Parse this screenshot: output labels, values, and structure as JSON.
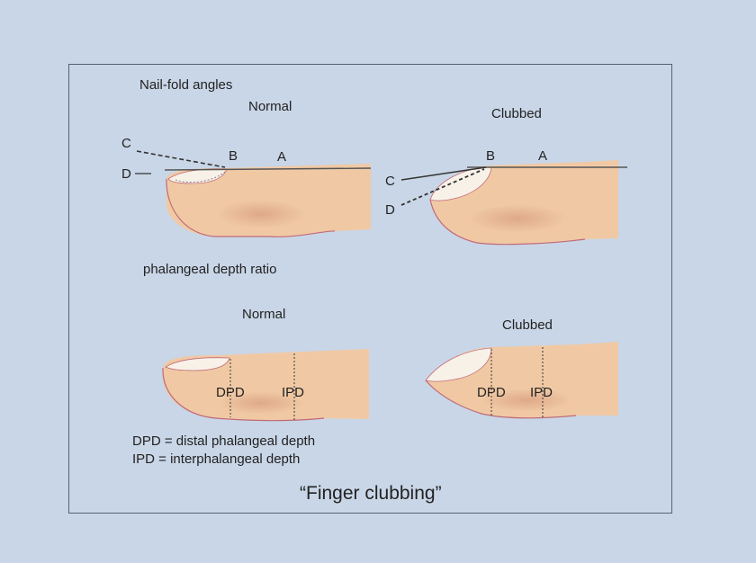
{
  "page": {
    "section1_heading": "Nail-fold angles",
    "section2_heading": "phalangeal depth ratio",
    "title": "“Finger clubbing”"
  },
  "top_row": {
    "normal_label": "Normal",
    "clubbed_label": "Clubbed",
    "point_labels": {
      "a": "A",
      "b": "B",
      "c": "C",
      "d": "D"
    }
  },
  "bottom_row": {
    "normal_label": "Normal",
    "clubbed_label": "Clubbed",
    "dpd_label": "DPD",
    "ipd_label": "IPD"
  },
  "legend": {
    "dpd": "DPD = distal phalangeal depth",
    "ipd": "IPD = interphalangeal depth"
  },
  "colors": {
    "background": "#c9d6e7",
    "skin": "#f0c9a4",
    "skin_shadow": "#e0ab88",
    "outline": "#c06a78",
    "nail": "#f8f1e8"
  }
}
